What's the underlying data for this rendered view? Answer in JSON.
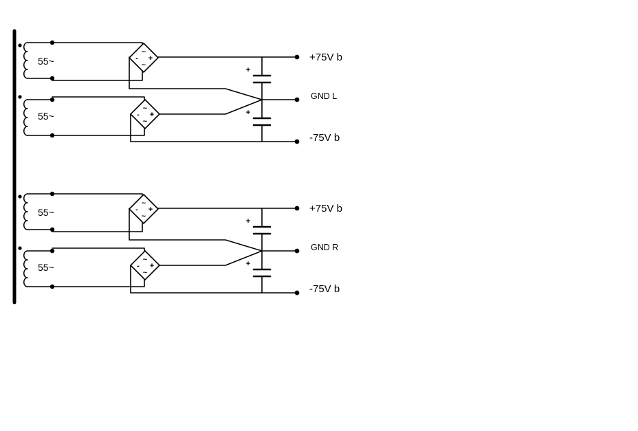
{
  "channels": [
    {
      "id": "left",
      "secondaries": [
        "55~",
        "55~"
      ],
      "outputs": {
        "positive": "+75V b",
        "ground": "GND L",
        "negative": "-75V b"
      }
    },
    {
      "id": "right",
      "secondaries": [
        "55~",
        "55~"
      ],
      "outputs": {
        "positive": "+75V b",
        "ground": "GND R",
        "negative": "-75V b"
      }
    }
  ],
  "bridge_symbols": {
    "ac": "~",
    "plus": "+",
    "minus": "-"
  },
  "capacitor_polarity": "+"
}
